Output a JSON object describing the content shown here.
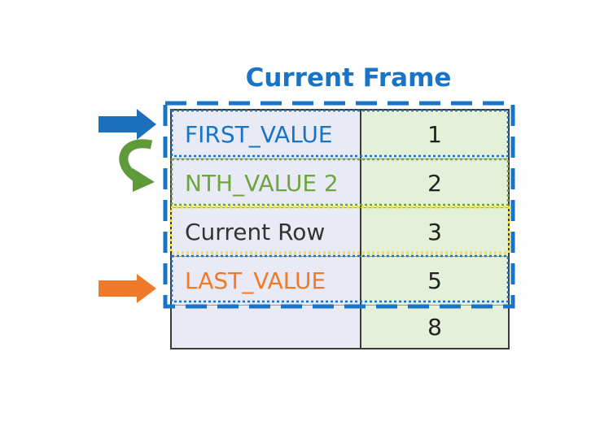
{
  "title": "Current Frame",
  "rows": [
    {
      "label": "FIRST_VALUE",
      "value": "1",
      "label_color": "#1874c6"
    },
    {
      "label": "NTH_VALUE 2",
      "value": "2",
      "label_color": "#6fa440"
    },
    {
      "label": "Current Row",
      "value": "3",
      "label_color": "#333333"
    },
    {
      "label": "LAST_VALUE",
      "value": "5",
      "label_color": "#ee7a2a"
    },
    {
      "label": "",
      "value": "8",
      "label_color": "#333333"
    }
  ],
  "colors": {
    "frame_blue": "#1874c6",
    "nth_green": "#6fa440",
    "current_yellow": "#f5e11f",
    "last_orange": "#ee7a2a",
    "left_fill": "#e8eaf6",
    "right_fill": "#e5f0d9"
  }
}
